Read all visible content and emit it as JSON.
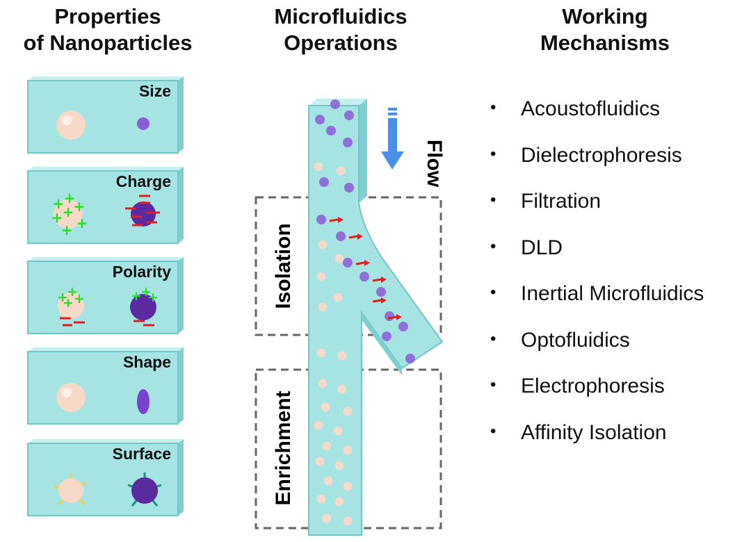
{
  "columns": {
    "properties": {
      "title_line1": "Properties",
      "title_line2": "of Nanoparticles"
    },
    "operations": {
      "title_line1": "Microfluidics",
      "title_line2": "Operations"
    },
    "mechanisms": {
      "title_line1": "Working",
      "title_line2": "Mechanisms"
    }
  },
  "properties": [
    {
      "label": "Size"
    },
    {
      "label": "Charge"
    },
    {
      "label": "Polarity"
    },
    {
      "label": "Shape"
    },
    {
      "label": "Surface"
    }
  ],
  "operations": {
    "flow_label": "Flow",
    "isolation_label": "Isolation",
    "enrichment_label": "Enrichment"
  },
  "mechanisms": [
    "Acoustofluidics",
    "Dielectrophoresis",
    "Filtration",
    "DLD",
    "Inertial Microfluidics",
    "Optofluidics",
    "Electrophoresis",
    "Affinity Isolation"
  ],
  "colors": {
    "glass": "#a6e3e3",
    "glass_edge": "#6fc7c9",
    "large_particle": "#f7d9c8",
    "small_particle": "#8a5cd6",
    "positive_charge": "#22e022",
    "negative_charge": "#e02020",
    "flow_arrow": "#4a90e8",
    "box_dash": "#666666"
  }
}
